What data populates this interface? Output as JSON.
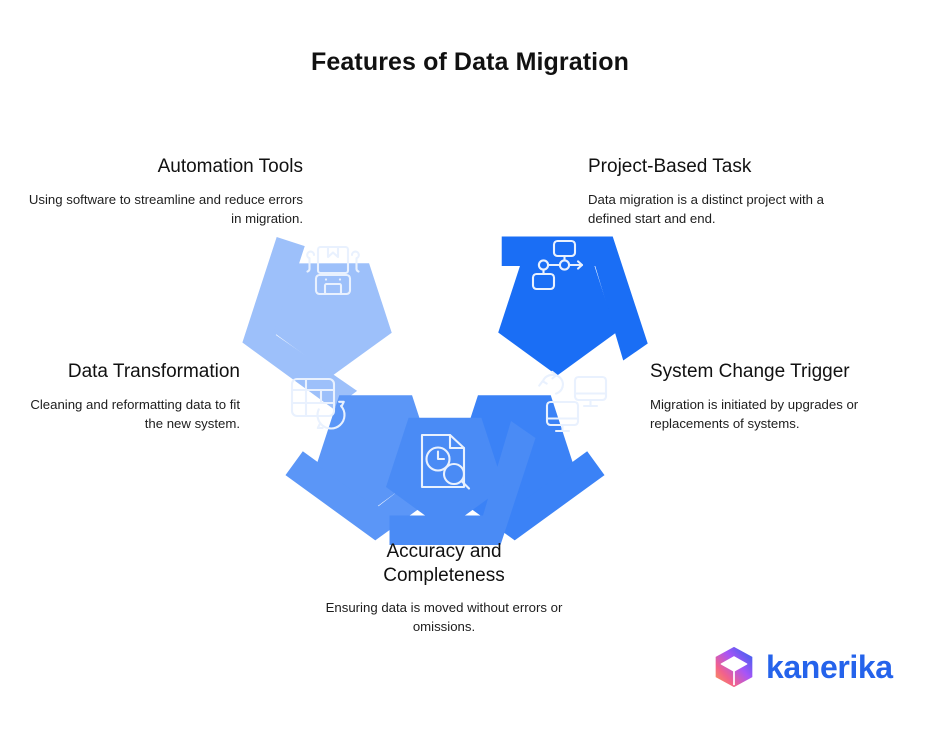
{
  "title": "Features of Data Migration",
  "theme": {
    "pentagon_light": "#9DC0FA",
    "pentagon_medium": "#5B96F7",
    "pentagon_strong": "#1A6EF5",
    "text_dark": "#111111",
    "logo_blue": "#2563EB",
    "icon_stroke": "#E8F0FE"
  },
  "nodes": [
    {
      "id": "automation-tools",
      "title": "Automation Tools",
      "description": "Using software to streamline and reduce errors in migration.",
      "icon": "robot-automation-icon",
      "color": "#9DC0FA",
      "position": "top-left"
    },
    {
      "id": "project-based-task",
      "title": "Project-Based Task",
      "description": "Data migration is a distinct project with a defined start and end.",
      "icon": "flowchart-nodes-icon",
      "color": "#1A6EF5",
      "position": "top-right"
    },
    {
      "id": "data-transformation",
      "title": "Data Transformation",
      "description": "Cleaning and reformatting data to fit the new system.",
      "icon": "table-refresh-icon",
      "color": "#5B96F7",
      "position": "left"
    },
    {
      "id": "system-change-trigger",
      "title": "System Change Trigger",
      "description": "Migration is initiated by upgrades or replacements of systems.",
      "icon": "two-monitors-exchange-icon",
      "color": "#3B82F6",
      "position": "right"
    },
    {
      "id": "accuracy-and-completeness",
      "title": "Accuracy and\nCompleteness",
      "description": "Ensuring data is moved without errors or omissions.",
      "icon": "document-clock-search-icon",
      "color": "#4A8BF5",
      "position": "bottom"
    }
  ],
  "logo": {
    "wordmark": "kanerika",
    "mark": "cube-icon",
    "gradient": [
      "#F59E42",
      "#EC4899",
      "#8B5CF6",
      "#2563EB"
    ]
  }
}
